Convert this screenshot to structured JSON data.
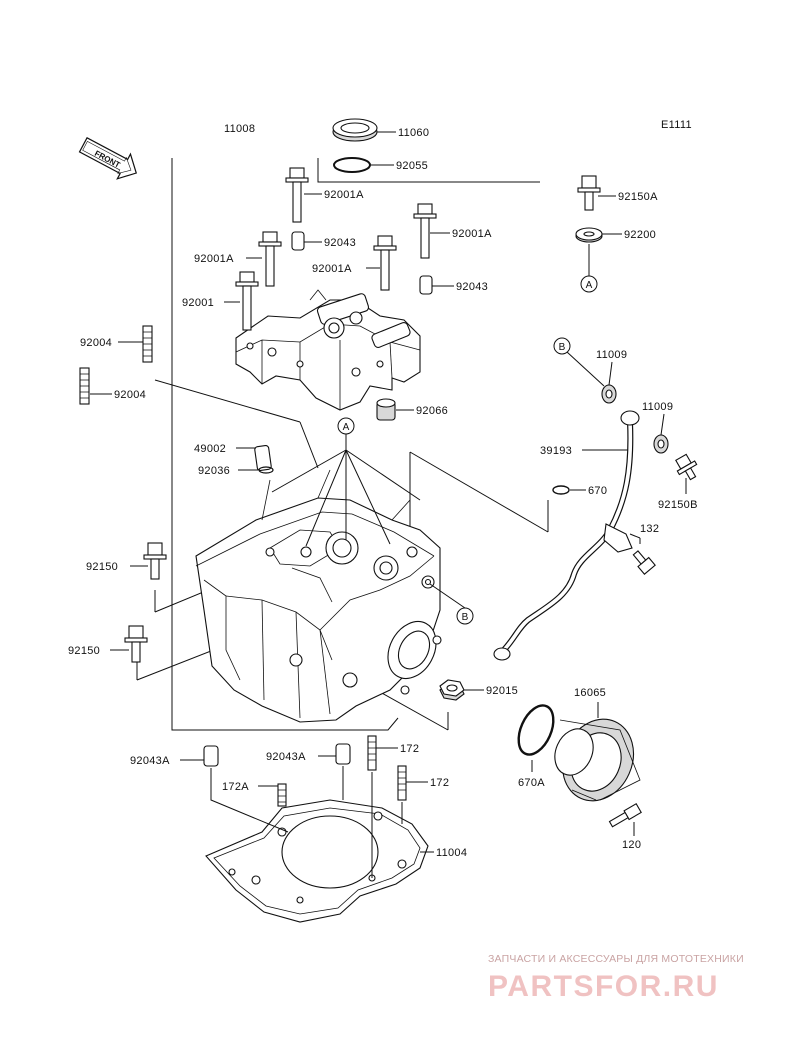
{
  "diagram_code": "E1111",
  "front_arrow_label": "FRONT",
  "watermark": {
    "tagline": "ЗАПЧАСТИ И АКСЕССУАРЫ ДЛЯ МОТОТЕХНИКИ",
    "logo_text": "PARTSFOR.RU"
  },
  "ref_markers": {
    "a_upper": "A",
    "a_lower": "A",
    "b_hose": "B",
    "b_head": "B"
  },
  "labels": {
    "p11008": "11008",
    "p11060": "11060",
    "p92055": "92055",
    "p92001a_1": "92001A",
    "p92001a_2": "92001A",
    "p92001a_3": "92001A",
    "p92001a_4": "92001A",
    "p92043_1": "92043",
    "p92043_2": "92043",
    "p92001": "92001",
    "p92150a": "92150A",
    "p92200": "92200",
    "p92004_1": "92004",
    "p92004_2": "92004",
    "p11009_1": "11009",
    "p11009_2": "11009",
    "p92066": "92066",
    "p49002": "49002",
    "p39193": "39193",
    "p92036": "92036",
    "p92150b": "92150B",
    "p670": "670",
    "p132": "132",
    "p92150_1": "92150",
    "p92150_2": "92150",
    "p92015": "92015",
    "p16065": "16065",
    "p92043a_1": "92043A",
    "p92043a_2": "92043A",
    "p172_1": "172",
    "p172a": "172A",
    "p172_2": "172",
    "p670a": "670A",
    "p11004": "11004",
    "p120": "120"
  }
}
